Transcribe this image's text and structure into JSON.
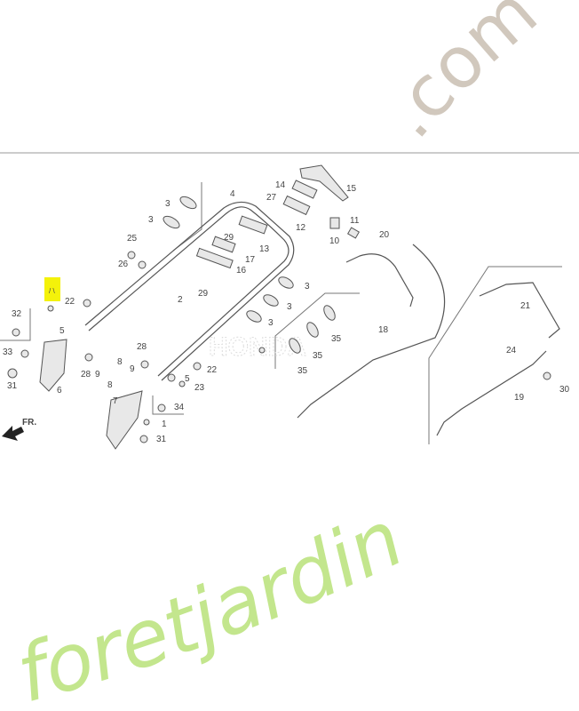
{
  "diagram": {
    "direction_label": "FR.",
    "highlight_color": "#f4f20a",
    "callouts": [
      "1",
      "2",
      "3",
      "4",
      "5",
      "6",
      "7",
      "8",
      "9",
      "10",
      "11",
      "12",
      "13",
      "14",
      "15",
      "16",
      "17",
      "18",
      "19",
      "20",
      "21",
      "22",
      "23",
      "24",
      "25",
      "26",
      "27",
      "28",
      "29",
      "30",
      "31",
      "32",
      "33",
      "34",
      "35"
    ],
    "brand_ghost": "HONDA"
  },
  "watermark": {
    "text_green": "foretjardin",
    "text_grey": ".com",
    "colors": {
      "green": "#b9e27a",
      "orange": "#f7b267",
      "grey": "#c9bfb2"
    }
  }
}
